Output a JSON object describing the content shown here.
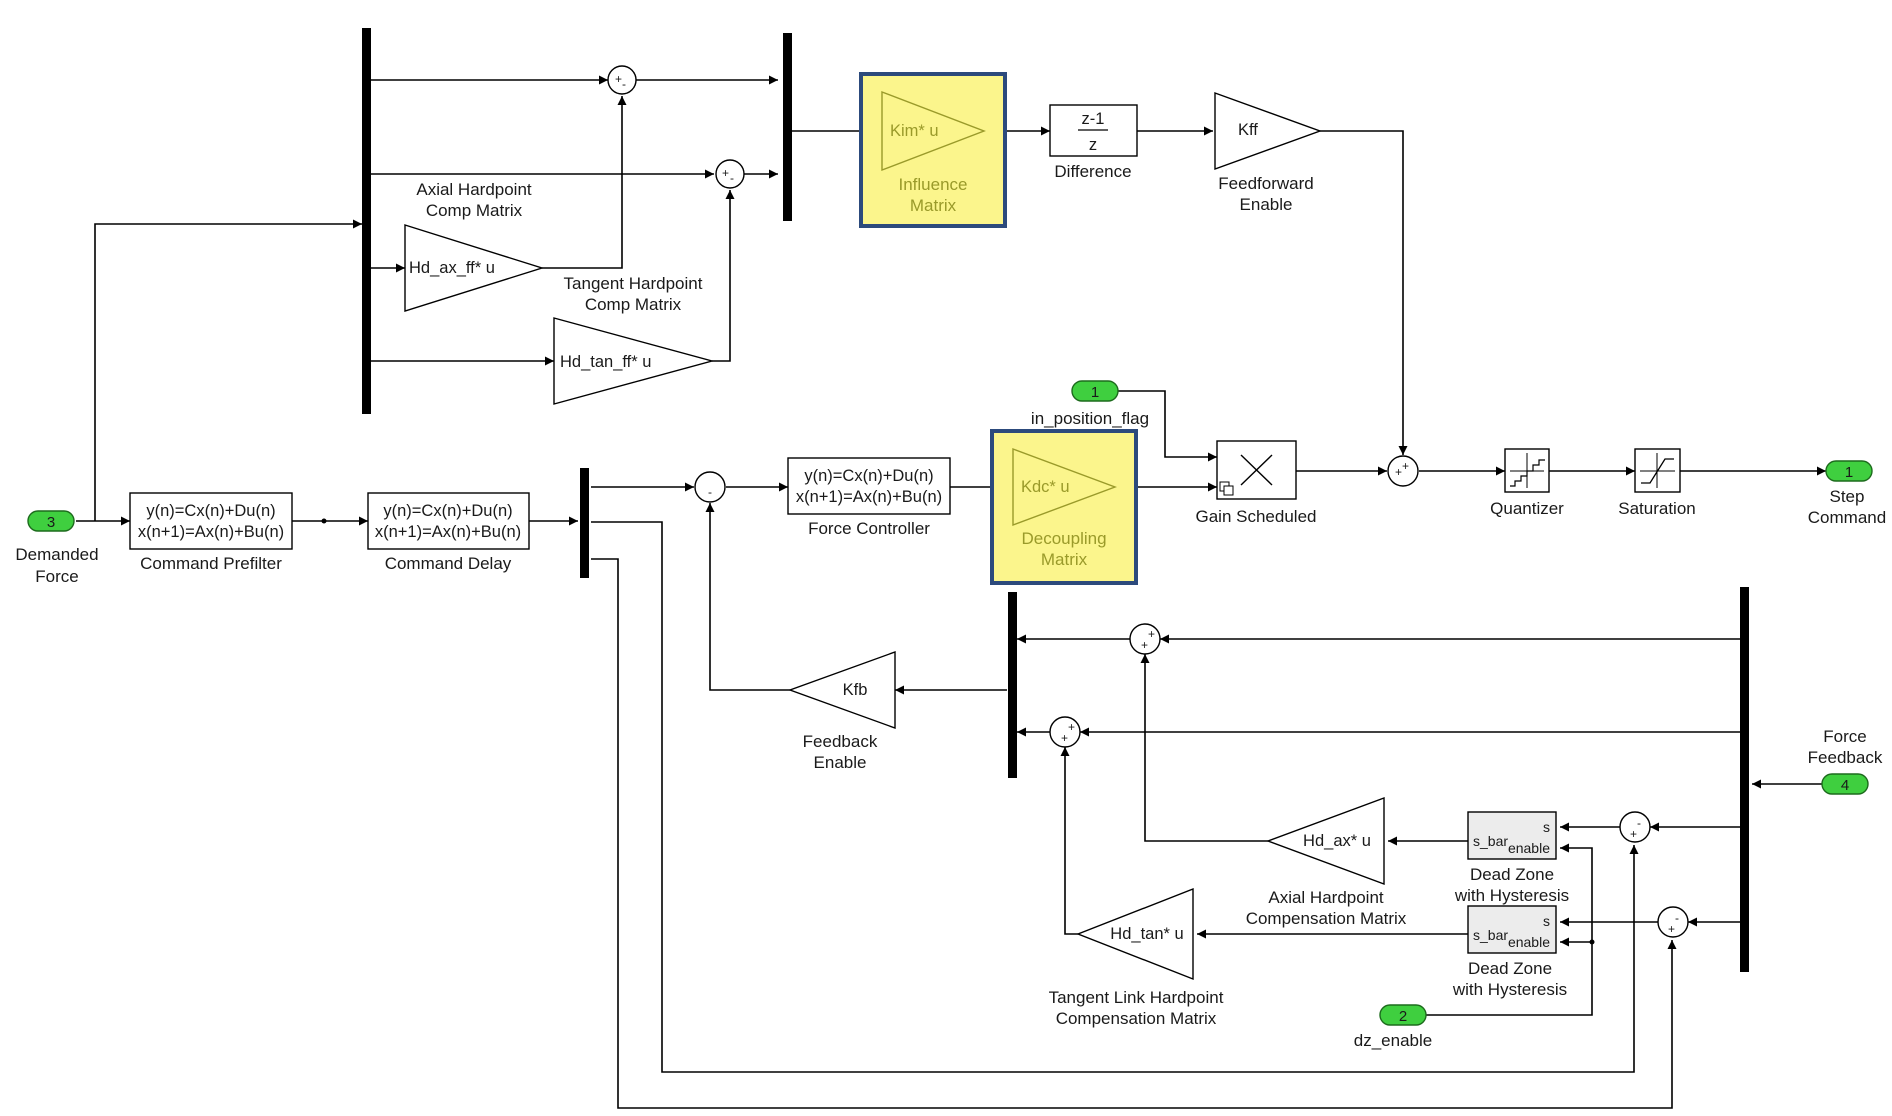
{
  "colors": {
    "port_fill": "#3fcf3f",
    "highlight_fill": "#fbf58c",
    "highlight_border": "#2c4a7c",
    "highlight_text": "#9a9a2a",
    "wire": "#000000"
  },
  "inports": {
    "demanded_force": {
      "number": "3",
      "label_line1": "Demanded",
      "label_line2": "Force"
    },
    "in_position_flag": {
      "number": "1",
      "label": "in_position_flag"
    },
    "dz_enable": {
      "number": "2",
      "label": "dz_enable"
    },
    "force_feedback": {
      "number": "4",
      "label_line1": "Force",
      "label_line2": "Feedback"
    }
  },
  "outports": {
    "step_command": {
      "number": "1",
      "label_line1": "Step",
      "label_line2": "Command"
    }
  },
  "blocks": {
    "command_prefilter": {
      "eq1": "y(n)=Cx(n)+Du(n)",
      "eq2": "x(n+1)=Ax(n)+Bu(n)",
      "label": "Command Prefilter"
    },
    "command_delay": {
      "eq1": "y(n)=Cx(n)+Du(n)",
      "eq2": "x(n+1)=Ax(n)+Bu(n)",
      "label": "Command Delay"
    },
    "force_controller": {
      "eq1": "y(n)=Cx(n)+Du(n)",
      "eq2": "x(n+1)=Ax(n)+Bu(n)",
      "label": "Force Controller"
    },
    "axial_hp_comp": {
      "gain": "Hd_ax_ff* u",
      "label_line1": "Axial Hardpoint",
      "label_line2": "Comp Matrix"
    },
    "tangent_hp_comp": {
      "gain": "Hd_tan_ff* u",
      "label_line1": "Tangent Hardpoint",
      "label_line2": "Comp Matrix"
    },
    "influence_matrix": {
      "gain": "Kim* u",
      "label_line1": "Influence",
      "label_line2": "Matrix"
    },
    "difference": {
      "num": "z-1",
      "den": "z",
      "label": "Difference"
    },
    "feedforward_enable": {
      "gain": "Kff",
      "label_line1": "Feedforward",
      "label_line2": "Enable"
    },
    "decoupling_matrix": {
      "gain": "Kdc* u",
      "label_line1": "Decoupling",
      "label_line2": "Matrix"
    },
    "gain_scheduled": {
      "label": "Gain Scheduled"
    },
    "quantizer": {
      "label": "Quantizer"
    },
    "saturation": {
      "label": "Saturation"
    },
    "feedback_enable": {
      "gain": "Kfb",
      "label_line1": "Feedback",
      "label_line2": "Enable"
    },
    "axial_hp_comp_matrix": {
      "gain": "Hd_ax* u",
      "label_line1": "Axial Hardpoint",
      "label_line2": "Compensation Matrix"
    },
    "tangent_link_hp_comp_matrix": {
      "gain": "Hd_tan* u",
      "label_line1": "Tangent Link Hardpoint",
      "label_line2": "Compensation Matrix"
    },
    "dead_zone_1": {
      "port_s": "s",
      "port_sbar": "s_bar",
      "port_enable": "enable",
      "label_line1": "Dead Zone",
      "label_line2": "with Hysteresis"
    },
    "dead_zone_2": {
      "port_s": "s",
      "port_sbar": "s_bar",
      "port_enable": "enable",
      "label_line1": "Dead Zone",
      "label_line2": "with Hysteresis"
    }
  },
  "sum_signs": {
    "top_1": [
      "+",
      "-"
    ],
    "top_2": [
      "+",
      "-"
    ],
    "mid": [
      "-"
    ],
    "final": [
      "+",
      "+"
    ],
    "fb_1": [
      "+",
      "+"
    ],
    "fb_2": [
      "+",
      "+"
    ],
    "dz_1": [
      "-",
      "+"
    ],
    "dz_2": [
      "-",
      "+"
    ]
  }
}
